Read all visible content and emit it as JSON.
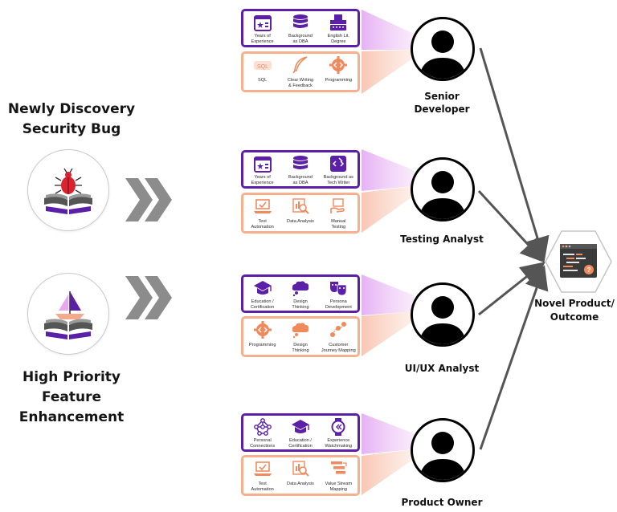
{
  "inputs": [
    {
      "title_line1": "Newly Discovery",
      "title_line2": "Security Bug",
      "icon": "bug-on-book-icon"
    },
    {
      "title_line1": "High Priority Feature",
      "title_line2": "Enhancement",
      "icon": "sailboat-on-book-icon"
    }
  ],
  "roles": [
    {
      "label_line1": "Senior",
      "label_line2": "Developer",
      "primary": [
        {
          "icon": "calendar-star-icon",
          "label": "Years of\nExperience"
        },
        {
          "icon": "database-icon",
          "label": "Background\nas DBA"
        },
        {
          "icon": "typewriter-icon",
          "label": "English Lit.\nDegree"
        }
      ],
      "secondary": [
        {
          "icon": "sql-icon",
          "label": "SQL"
        },
        {
          "icon": "quill-icon",
          "label": "Clear Writing\n& Feedback"
        },
        {
          "icon": "code-gear-icon",
          "label": "Programming"
        }
      ]
    },
    {
      "label_line1": "Testing Analyst",
      "label_line2": "",
      "primary": [
        {
          "icon": "calendar-star-icon",
          "label": "Years of\nExperience"
        },
        {
          "icon": "database-icon",
          "label": "Background\nas DBA"
        },
        {
          "icon": "code-pen-icon",
          "label": "Background as\nTech Writer"
        }
      ],
      "secondary": [
        {
          "icon": "laptop-test-icon",
          "label": "Test\nAutomation"
        },
        {
          "icon": "magnifier-chart-icon",
          "label": "Data Analysis"
        },
        {
          "icon": "hand-test-icon",
          "label": "Manual\nTesting"
        }
      ]
    },
    {
      "label_line1": "UI/UX Analyst",
      "label_line2": "",
      "primary": [
        {
          "icon": "graduation-cap-icon",
          "label": "Education /\nCertification"
        },
        {
          "icon": "brain-cloud-icon",
          "label": "Design\nThinking"
        },
        {
          "icon": "theater-masks-icon",
          "label": "Persona\nDevelopment"
        }
      ],
      "secondary": [
        {
          "icon": "code-gear-icon",
          "label": "Programming"
        },
        {
          "icon": "brain-cloud-icon",
          "label": "Design\nThinking"
        },
        {
          "icon": "journey-map-icon",
          "label": "Customer\nJourney Mapping"
        }
      ]
    },
    {
      "label_line1": "Product Owner",
      "label_line2": "",
      "primary": [
        {
          "icon": "network-icon",
          "label": "Personal\nConnections"
        },
        {
          "icon": "graduation-cap-icon",
          "label": "Education / Certification"
        },
        {
          "icon": "watch-icon",
          "label": "Experience\nWatchmaking"
        }
      ],
      "secondary": [
        {
          "icon": "laptop-test-icon",
          "label": "Test\nAutomation"
        },
        {
          "icon": "magnifier-chart-icon",
          "label": "Data Analysis"
        },
        {
          "icon": "value-stream-icon",
          "label": "Value Stream\nMapping"
        }
      ]
    }
  ],
  "outcome": {
    "label_line1": "Novel Product/",
    "label_line2": "Outcome",
    "icon": "code-screen-icon"
  },
  "colors": {
    "purple": "#5c1fa8",
    "orange": "#f6b08d",
    "orange_icon": "#f08a5d",
    "arrow": "#555555",
    "chevron": "#8c8c8c"
  }
}
